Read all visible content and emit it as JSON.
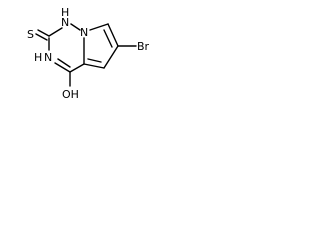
{
  "molecule": {
    "atoms": {
      "thione_sulfur": "S",
      "ring_nh_top": "N",
      "ring_nh_top_h": "H",
      "ring_nh_left": "N",
      "ring_nh_left_h": "H",
      "bridgehead_n": "N",
      "bromine": "Br",
      "hydroxyl": "OH"
    }
  }
}
